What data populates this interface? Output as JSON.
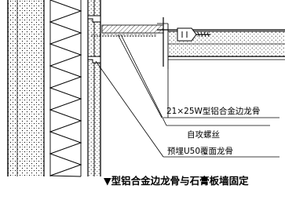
{
  "annotations": {
    "trim_profile": "21×25W型铝合金边龙骨",
    "tapping_screw": "自攻螺丝",
    "keel": "预埋U50覆面龙骨"
  },
  "caption": "▼型铝合金边龙骨与石膏板墙固定"
}
